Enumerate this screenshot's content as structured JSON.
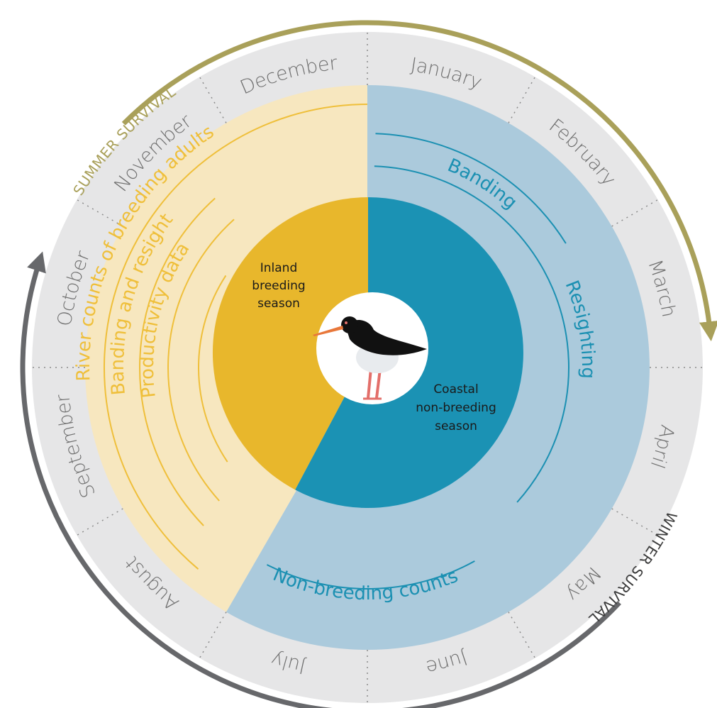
{
  "months": [
    "January",
    "February",
    "March",
    "April",
    "May",
    "June",
    "July",
    "August",
    "September",
    "October",
    "November",
    "December"
  ],
  "survival": {
    "summer": "SUMMER SURVIVAL",
    "winter": "WINTER SURVIVAL"
  },
  "activities": {
    "river_counts": "River counts of breeding adults",
    "banding_resight": "Banding and resight",
    "productivity": "Productivity data",
    "banding": "Banding",
    "resighting": "Resighting",
    "non_breeding_counts": "Non-breeding counts"
  },
  "seasons": {
    "inland": [
      "Inland",
      "breeding",
      "season"
    ],
    "coastal": [
      "Coastal",
      "non-breeding",
      "season"
    ]
  },
  "colors": {
    "month_ring": "#e6e6e7",
    "breeding_light": "#f7e7bf",
    "nonbreeding_light": "#abcadc",
    "breeding_dark": "#e8b72c",
    "nonbreeding_dark": "#1b92b4",
    "breeding_text": "#efbf3a",
    "nonbreeding_text": "#1b90b2",
    "summer_arrow": "#a9a05a",
    "winter_arrow": "#67686b"
  },
  "icons": {
    "center": "oystercatcher-bird-icon"
  }
}
